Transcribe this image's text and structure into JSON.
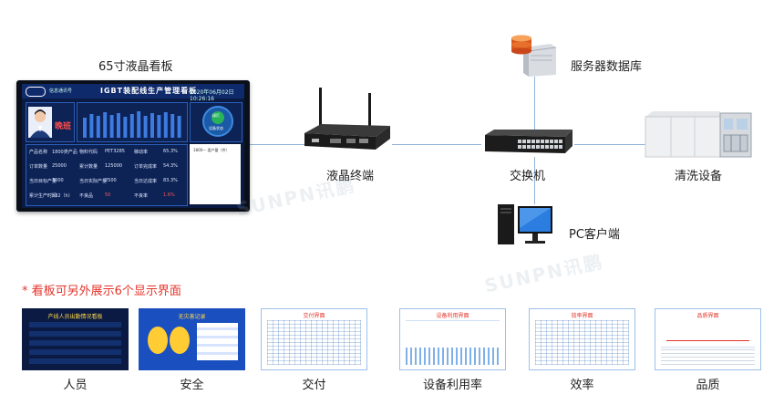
{
  "labels": {
    "display_65": "65寸液晶看板",
    "server_db": "服务器数据库",
    "lcd_terminal": "液晶终端",
    "switch": "交换机",
    "cleaning": "清洗设备",
    "pc_client": "PC客户端",
    "note": "* 看板可另外展示6个显示界面"
  },
  "watermark": "SUNPN讯鹏",
  "dashboard": {
    "title": "IGBT装配线生产管理看板",
    "date": "2020年06月02日",
    "time": "10:26:16",
    "sub": "信息通讯号",
    "shift": "晚班",
    "circle_top": "绿灯",
    "circle_bottom": "设备状态",
    "side_text": "1800— 类产量（件）",
    "rows": [
      [
        "产品名称",
        "1800类产品",
        "物料代码",
        "PET3285",
        "稼动率",
        "65.3%"
      ],
      [
        "订单数量",
        "25000",
        "累计数量",
        "125000",
        "订单完成率",
        "54.3%"
      ],
      [
        "当日目标产量",
        "3000",
        "当日实际产量",
        "2500",
        "当日达成率",
        "83.3%"
      ],
      [
        "累计生产时间",
        "532（h）",
        "不良品",
        "50",
        "不良率",
        "1.6%"
      ]
    ]
  },
  "screens": [
    {
      "title": "产线人员出勤情况看板",
      "label": "人员"
    },
    {
      "title": "无灾害记录",
      "label": "安全"
    },
    {
      "title": "交付界面",
      "label": "交付"
    },
    {
      "title": "设备利用界面",
      "label": "设备利用率"
    },
    {
      "title": "效率界面",
      "label": "效率"
    },
    {
      "title": "品质界面",
      "label": "品质"
    }
  ],
  "colors": {
    "connector": "#8fb3d8",
    "note_red": "#e5332a",
    "dashboard_bg": "#0b1a42",
    "accent_green": "#27b35a"
  }
}
